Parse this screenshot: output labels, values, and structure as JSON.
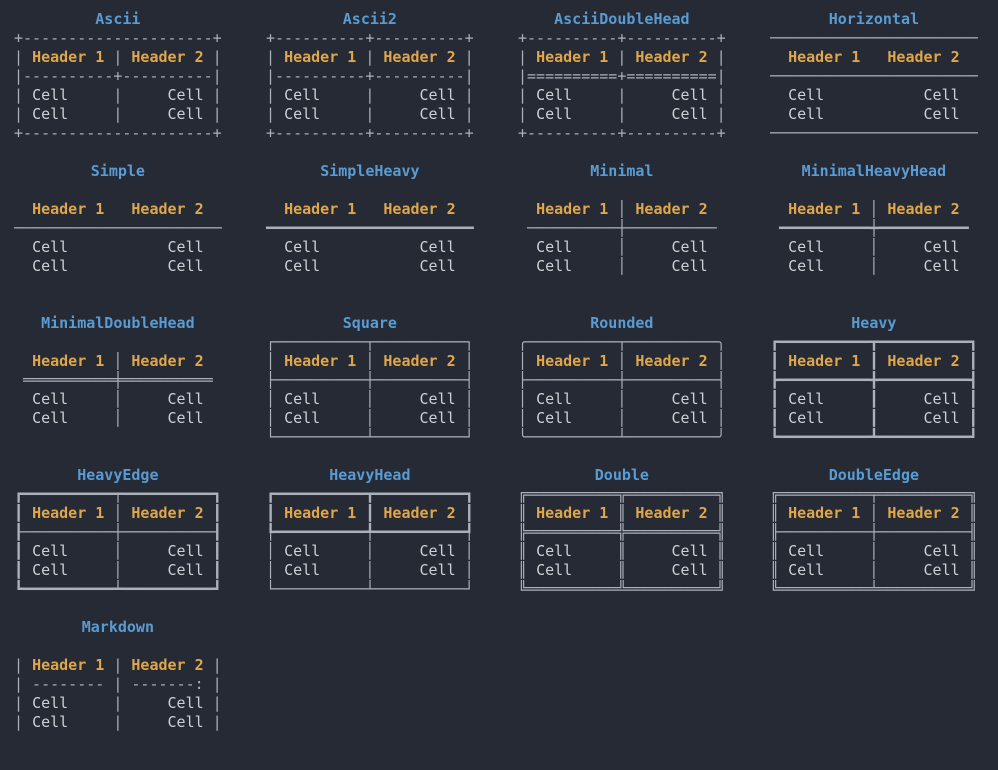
{
  "colors": {
    "background": "#252a35",
    "title": "#5a9bd2",
    "header": "#dfa64b",
    "cell": "#cdd1d5",
    "border": "#abb1b9"
  },
  "tokens": {
    "header_labels": [
      "Header 1",
      "Header 2"
    ],
    "cell_label": "Cell"
  },
  "tables": [
    {
      "title": "Ascii",
      "lines": [
        "+---------------------+",
        "| Header 1 | Header 2 |",
        "|----------+----------|",
        "| Cell     |     Cell |",
        "| Cell     |     Cell |",
        "+---------------------+"
      ]
    },
    {
      "title": "Ascii2",
      "lines": [
        "+----------+----------+",
        "| Header 1 | Header 2 |",
        "|----------+----------|",
        "| Cell     |     Cell |",
        "| Cell     |     Cell |",
        "+----------+----------+"
      ]
    },
    {
      "title": "AsciiDoubleHead",
      "lines": [
        "+----------+----------+",
        "| Header 1 | Header 2 |",
        "|==========+==========|",
        "| Cell     |     Cell |",
        "| Cell     |     Cell |",
        "+----------+----------+"
      ]
    },
    {
      "title": "Horizontal",
      "lines": [
        "───────────────────────",
        "  Header 1   Header 2  ",
        "───────────────────────",
        "  Cell           Cell  ",
        "  Cell           Cell  ",
        "───────────────────────"
      ]
    },
    {
      "title": "Simple",
      "lines": [
        " ",
        "  Header 1   Header 2  ",
        "───────────────────────",
        "  Cell           Cell  ",
        "  Cell           Cell  ",
        " "
      ]
    },
    {
      "title": "SimpleHeavy",
      "lines": [
        " ",
        "  Header 1   Header 2  ",
        "━━━━━━━━━━━━━━━━━━━━━━━",
        "  Cell           Cell  ",
        "  Cell           Cell  ",
        " "
      ]
    },
    {
      "title": "Minimal",
      "lines": [
        " ",
        "  Header 1 │ Header 2  ",
        " ──────────┼────────── ",
        "  Cell     │     Cell  ",
        "  Cell     │     Cell  ",
        " "
      ]
    },
    {
      "title": "MinimalHeavyHead",
      "lines": [
        " ",
        "  Header 1 │ Header 2  ",
        " ━━━━━━━━━━┿━━━━━━━━━━ ",
        "  Cell     │     Cell  ",
        "  Cell     │     Cell  ",
        " "
      ]
    },
    {
      "title": "MinimalDoubleHead",
      "lines": [
        " ",
        "  Header 1 │ Header 2  ",
        " ══════════╪══════════ ",
        "  Cell     │     Cell  ",
        "  Cell     │     Cell  ",
        " "
      ]
    },
    {
      "title": "Square",
      "lines": [
        "┌──────────┬──────────┐",
        "│ Header 1 │ Header 2 │",
        "├──────────┼──────────┤",
        "│ Cell     │     Cell │",
        "│ Cell     │     Cell │",
        "└──────────┴──────────┘"
      ]
    },
    {
      "title": "Rounded",
      "lines": [
        "╭──────────┬──────────╮",
        "│ Header 1 │ Header 2 │",
        "├──────────┼──────────┤",
        "│ Cell     │     Cell │",
        "│ Cell     │     Cell │",
        "╰──────────┴──────────╯"
      ]
    },
    {
      "title": "Heavy",
      "lines": [
        "┏━━━━━━━━━━┳━━━━━━━━━━┓",
        "┃ Header 1 ┃ Header 2 ┃",
        "┣━━━━━━━━━━╋━━━━━━━━━━┫",
        "┃ Cell     ┃     Cell ┃",
        "┃ Cell     ┃     Cell ┃",
        "┗━━━━━━━━━━┻━━━━━━━━━━┛"
      ]
    },
    {
      "title": "HeavyEdge",
      "lines": [
        "┏━━━━━━━━━━┯━━━━━━━━━━┓",
        "┃ Header 1 │ Header 2 ┃",
        "┠──────────┼──────────┨",
        "┃ Cell     │     Cell ┃",
        "┃ Cell     │     Cell ┃",
        "┗━━━━━━━━━━┷━━━━━━━━━━┛"
      ]
    },
    {
      "title": "HeavyHead",
      "lines": [
        "┏━━━━━━━━━━┳━━━━━━━━━━┓",
        "┃ Header 1 ┃ Header 2 ┃",
        "┡━━━━━━━━━━╇━━━━━━━━━━┩",
        "│ Cell     │     Cell │",
        "│ Cell     │     Cell │",
        "└──────────┴──────────┘"
      ]
    },
    {
      "title": "Double",
      "lines": [
        "╔══════════╦══════════╗",
        "║ Header 1 ║ Header 2 ║",
        "╠══════════╬══════════╣",
        "║ Cell     ║     Cell ║",
        "║ Cell     ║     Cell ║",
        "╚══════════╩══════════╝"
      ]
    },
    {
      "title": "DoubleEdge",
      "lines": [
        "╔══════════╤══════════╗",
        "║ Header 1 │ Header 2 ║",
        "╟──────────┼──────────╢",
        "║ Cell     │     Cell ║",
        "║ Cell     │     Cell ║",
        "╚══════════╧══════════╝"
      ]
    },
    {
      "title": "Markdown",
      "lines": [
        " ",
        "| Header 1 | Header 2 |",
        "| -------- | -------: |",
        "| Cell     |     Cell |",
        "| Cell     |     Cell |",
        " "
      ]
    }
  ]
}
